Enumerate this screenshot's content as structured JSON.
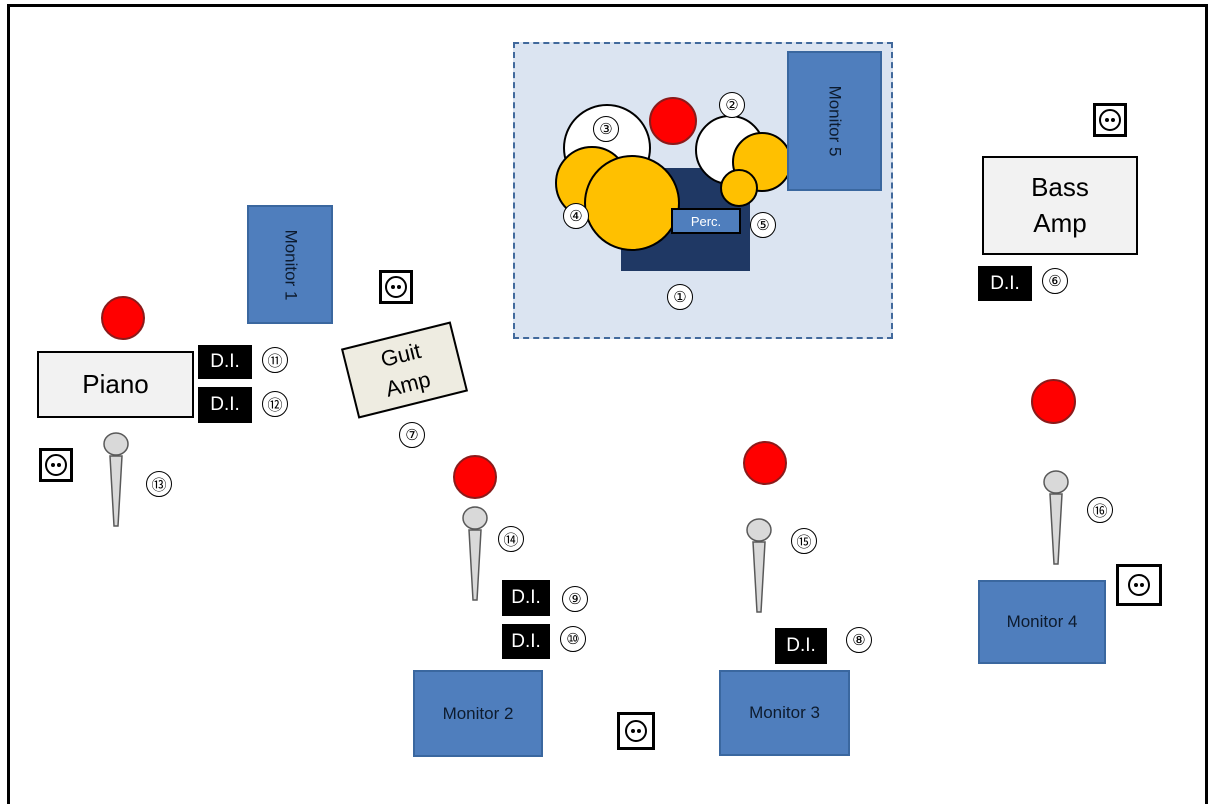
{
  "colors": {
    "monitor": "#4f7ebd",
    "performer": "#ff0000",
    "cymbal": "#ffc000",
    "drum_riser": "#dbe4f1",
    "drum_base": "#1f3864"
  },
  "labels": {
    "monitor1": "Monitor 1",
    "monitor2": "Monitor 2",
    "monitor3": "Monitor 3",
    "monitor4": "Monitor 4",
    "monitor5": "Monitor 5",
    "piano": "Piano",
    "guit_amp_line1": "Guit",
    "guit_amp_line2": "Amp",
    "bass_amp_line1": "Bass",
    "bass_amp_line2": "Amp",
    "perc": "Perc.",
    "di": "D.I."
  },
  "channels": [
    "①",
    "②",
    "③",
    "④",
    "⑤",
    "⑥",
    "⑦",
    "⑧",
    "⑨",
    "⑩",
    "⑪",
    "⑫",
    "⑬",
    "⑭",
    "⑮",
    "⑯"
  ],
  "icons": {
    "outlet": "power-outlet-icon",
    "mic": "microphone-icon",
    "performer": "performer-position-icon"
  }
}
